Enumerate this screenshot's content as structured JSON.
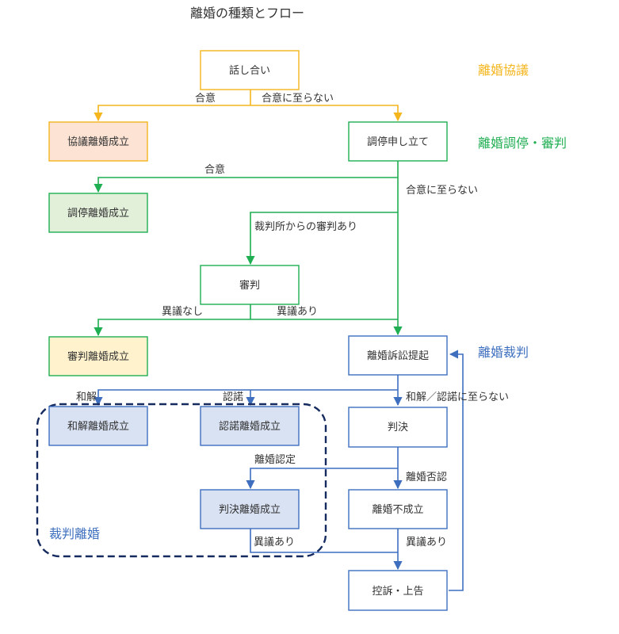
{
  "title": "離婚の種類とフロー",
  "colors": {
    "kyogi": "#F5B51D",
    "chotei": "#1FAE52",
    "saiban": "#3E6FBF",
    "text": "#333333",
    "dashed": "#152A5E"
  },
  "sections": {
    "kyogi": "離婚協議",
    "chotei": "離婚調停・審判",
    "saiban_heading": "離婚裁判",
    "saiban_group": "裁判離婚"
  },
  "boxes": {
    "hanashiai": "話し合い",
    "kyogi_seiritsu": "協議離婚成立",
    "chotei_moushitate": "調停申し立て",
    "chotei_seiritsu": "調停離婚成立",
    "shinpan": "審判",
    "shinpan_seiritsu": "審判離婚成立",
    "sosho_teiki": "離婚訴訟提起",
    "wakai_seiritsu": "和解離婚成立",
    "nindaku_seiritsu": "認諾離婚成立",
    "hanketsu": "判決",
    "hanketsu_seiritsu": "判決離婚成立",
    "fuseiritsu": "離婚不成立",
    "koso": "控訴・上告"
  },
  "edges": {
    "goi_1": "合意",
    "goi_ni_itaranai_1": "合意に至らない",
    "goi_2": "合意",
    "goi_ni_itaranai_2": "合意に至らない",
    "saibansho_shinpan": "裁判所からの審判あり",
    "igi_nashi": "異議なし",
    "igi_ari_1": "異議あり",
    "wakai": "和解",
    "nindaku": "認諾",
    "wakai_nindaku_itaranai": "和解／認諾に至らない",
    "rikon_nintei": "離婚認定",
    "rikon_hinin": "離婚否認",
    "igi_ari_2": "異議あり",
    "igi_ari_3": "異議あり"
  }
}
